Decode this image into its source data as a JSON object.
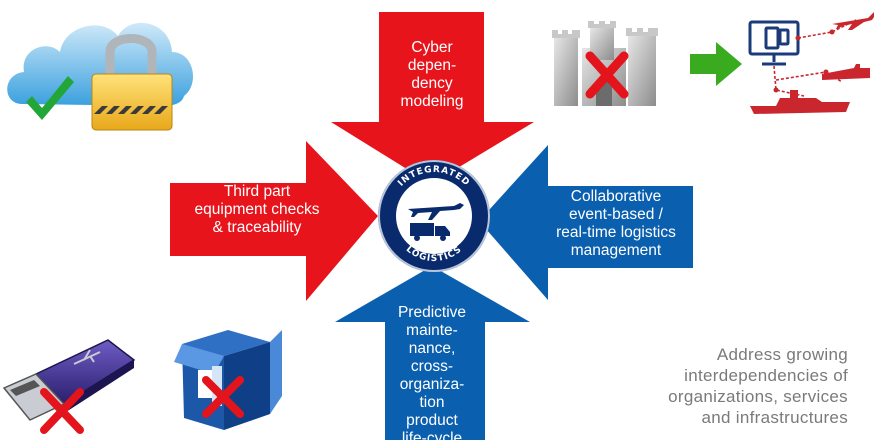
{
  "arrows": {
    "top": {
      "text": "Cyber\ndepen-\ndency\nmodeling",
      "color": "#e8141b"
    },
    "left": {
      "text": "Third part\nequipment checks\n& traceability",
      "color": "#e8141b"
    },
    "right": {
      "text": "Collaborative\nevent-based /\nreal-time logistics\nmanagement",
      "color": "#0a5fae"
    },
    "bottom": {
      "text": "Predictive\nmainte-\nnance,\ncross-\norganiza-\ntion\nproduct\nlife-cycle",
      "color": "#0a5fae"
    }
  },
  "emblem": {
    "top_text": "INTEGRATED",
    "bottom_text": "LOGISTICS"
  },
  "caption": "Address growing\ninterdependencies of\norganizations, services\nand infrastructures",
  "icons": [
    "cloud-lock-check-icon",
    "castle-blocked-icon",
    "green-arrow-right-icon",
    "monitor-network-military-icon",
    "usb-drive-blocked-icon",
    "open-box-blocked-icon"
  ]
}
